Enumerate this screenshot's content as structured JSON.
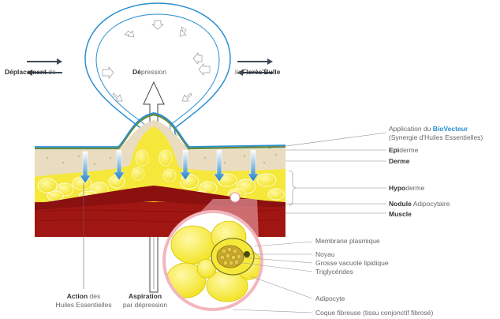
{
  "left_label": {
    "bold": "Déplacement",
    "rest": " de"
  },
  "right_label": {
    "rest": "la ",
    "bold": "Florès'Bulle"
  },
  "center_label": {
    "bold": "Dé",
    "rest": "pression"
  },
  "layers": {
    "application": {
      "prefix": "Application du ",
      "highlight": "BioVecteur",
      "sub": "(Synergie d'Huiles Essentielles)"
    },
    "epiderme": {
      "bold": "Epi",
      "rest": "derme"
    },
    "derme": {
      "bold": "Derme"
    },
    "hypoderme": {
      "bold": "Hypo",
      "rest": "derme"
    },
    "nodule": {
      "bold": "Nodule",
      "rest": " Adipocytaire"
    },
    "muscle": {
      "bold": "Muscle"
    }
  },
  "cell_labels": {
    "membrane": "Membrane plasmique",
    "noyau": "Noyau",
    "vacuole": "Grosse vacuole lipidique",
    "triglycerides": "Triglycérides",
    "adipocyte": "Adipocyte",
    "coque": "Coque fibreuse (tissu conjonctif fibrosé)"
  },
  "bottom_left": {
    "bold": "Action",
    "rest": " des",
    "line2": "Huiles Essentielles"
  },
  "bottom_center": {
    "bold": "Aspiration",
    "line2": "par dépression"
  },
  "colors": {
    "bubble": "#2a8fd0",
    "skin_top": "#2a8fd0",
    "derme": "#e9dcc0",
    "fat": "#f5e83a",
    "fat_cell": "#f9f06a",
    "muscle": "#a01612",
    "nodule": "#8b1010",
    "arrow": "#1e7fc8",
    "coque": "#f2b6bd"
  }
}
